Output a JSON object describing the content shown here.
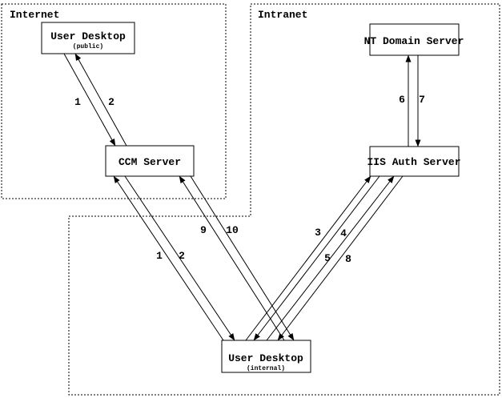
{
  "diagram": {
    "colors": {
      "background": "#ffffff",
      "line": "#000000",
      "box_fill": "#ffffff",
      "text": "#000000"
    },
    "regions": {
      "internet": {
        "label": "Internet"
      },
      "intranet": {
        "label": "Intranet"
      }
    },
    "nodes": {
      "user_desktop_public": {
        "title": "User Desktop",
        "subtitle": "(public)",
        "region": "Internet"
      },
      "ccm_server": {
        "title": "CCM Server",
        "region": "Internet"
      },
      "nt_domain_server": {
        "title": "NT Domain Server",
        "region": "Intranet"
      },
      "iis_auth_server": {
        "title": "IIS Auth Server",
        "region": "Intranet"
      },
      "user_desktop_internal": {
        "title": "User Desktop",
        "subtitle": "(internal)",
        "region": "Intranet"
      }
    },
    "edges": [
      {
        "label": "1",
        "from": "user_desktop_public",
        "to": "ccm_server"
      },
      {
        "label": "2",
        "from": "ccm_server",
        "to": "user_desktop_public"
      },
      {
        "label": "1",
        "from": "user_desktop_internal",
        "to": "ccm_server"
      },
      {
        "label": "2",
        "from": "ccm_server",
        "to": "user_desktop_internal"
      },
      {
        "label": "9",
        "from": "user_desktop_internal",
        "to": "ccm_server"
      },
      {
        "label": "10",
        "from": "ccm_server",
        "to": "user_desktop_internal"
      },
      {
        "label": "3",
        "from": "user_desktop_internal",
        "to": "iis_auth_server"
      },
      {
        "label": "4",
        "from": "iis_auth_server",
        "to": "user_desktop_internal"
      },
      {
        "label": "5",
        "from": "user_desktop_internal",
        "to": "iis_auth_server"
      },
      {
        "label": "8",
        "from": "iis_auth_server",
        "to": "user_desktop_internal"
      },
      {
        "label": "6",
        "from": "iis_auth_server",
        "to": "nt_domain_server"
      },
      {
        "label": "7",
        "from": "nt_domain_server",
        "to": "iis_auth_server"
      }
    ]
  }
}
